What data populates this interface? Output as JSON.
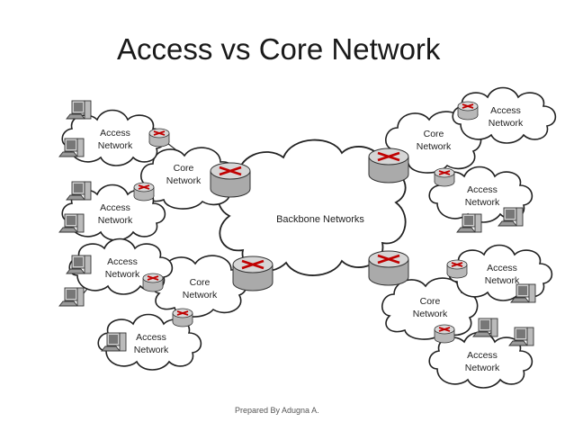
{
  "slide": {
    "title": "Access vs Core Network",
    "footer": "Prepared By Adugna A."
  },
  "diagram": {
    "backbone_label": "Backbone Networks",
    "core_label_line1": "Core",
    "core_label_line2": "Network",
    "access_label_line1": "Access",
    "access_label_line2": "Network"
  }
}
